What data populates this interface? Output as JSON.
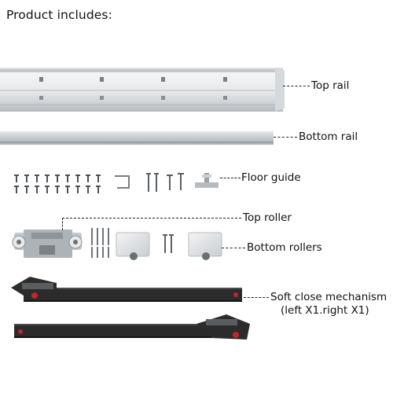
{
  "header": {
    "title": "Product includes:"
  },
  "parts": [
    {
      "id": "top-rail",
      "label": "Top rail"
    },
    {
      "id": "bottom-rail",
      "label": "Bottom rail"
    },
    {
      "id": "floor-guide",
      "label": "Floor guide"
    },
    {
      "id": "top-roller",
      "label": "Top roller"
    },
    {
      "id": "bottom-rollers",
      "label": "Bottom rollers"
    },
    {
      "id": "soft-close",
      "label": "Soft close mechanism",
      "sublabel": "(left X1.right X1)"
    }
  ],
  "colors": {
    "aluminum_light": "#eceef0",
    "aluminum_mid": "#c9cdd1",
    "aluminum_dark": "#9ea3a8",
    "soft_close_body": "#2b2b2b",
    "accent_red": "#c0262b"
  }
}
